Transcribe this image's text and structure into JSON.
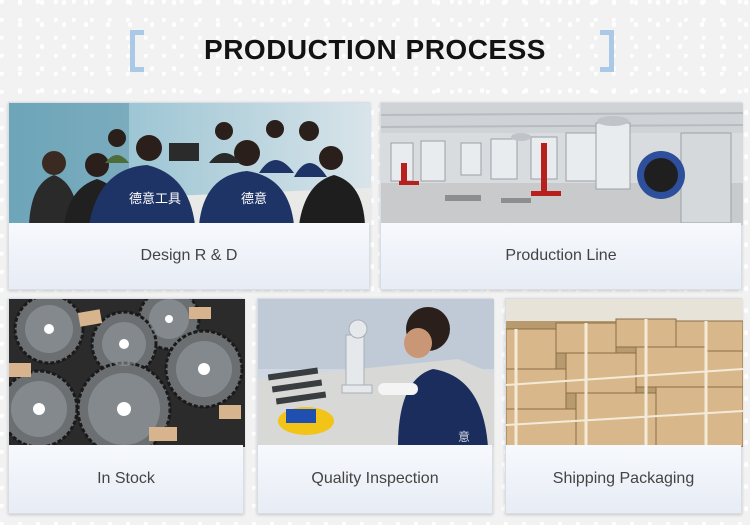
{
  "header": {
    "title": "PRODUCTION PROCESS"
  },
  "colors": {
    "bracket": "#a9c9e6",
    "caption_bg": "#eef2f9",
    "title": "#121212"
  },
  "cards": [
    {
      "caption": "Design R & D",
      "image": "meeting-photo"
    },
    {
      "caption": "Production Line",
      "image": "factory-floor-photo"
    },
    {
      "caption": "In Stock",
      "image": "saw-blades-photo"
    },
    {
      "caption": "Quality Inspection",
      "image": "inspection-photo"
    },
    {
      "caption": "Shipping Packaging",
      "image": "boxes-photo"
    }
  ]
}
